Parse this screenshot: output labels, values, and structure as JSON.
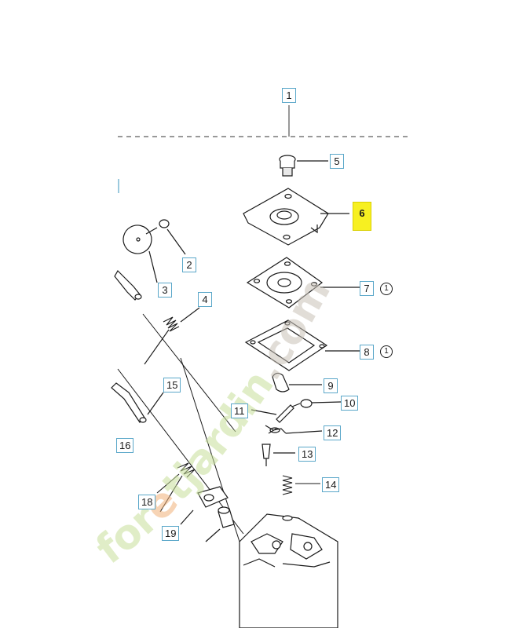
{
  "callouts": {
    "c1": "1",
    "c2": "2",
    "c3": "3",
    "c4": "4",
    "c5": "5",
    "c6": "6",
    "c7": "7",
    "c8": "8",
    "c9": "9",
    "c10": "10",
    "c11": "11",
    "c12": "12",
    "c13": "13",
    "c14": "14",
    "c15": "15",
    "c16": "16",
    "c18": "18",
    "c19": "19"
  },
  "notes": {
    "n7": "1",
    "n8": "1"
  },
  "highlighted_part": "6",
  "watermark": {
    "text": "foretjardin.com",
    "letters": [
      "f",
      "o",
      "r",
      "e",
      "t",
      "j",
      "a",
      "r",
      "d",
      "i",
      "n",
      ".",
      "c",
      "o",
      "m"
    ],
    "color_green": "#c8e09a",
    "color_orange": "#f1b27a",
    "color_gray": "#c9c2b8"
  },
  "colors": {
    "line": "#1a1a1a",
    "callout_border": "#5aa7c9",
    "highlight": "#f7f021"
  }
}
